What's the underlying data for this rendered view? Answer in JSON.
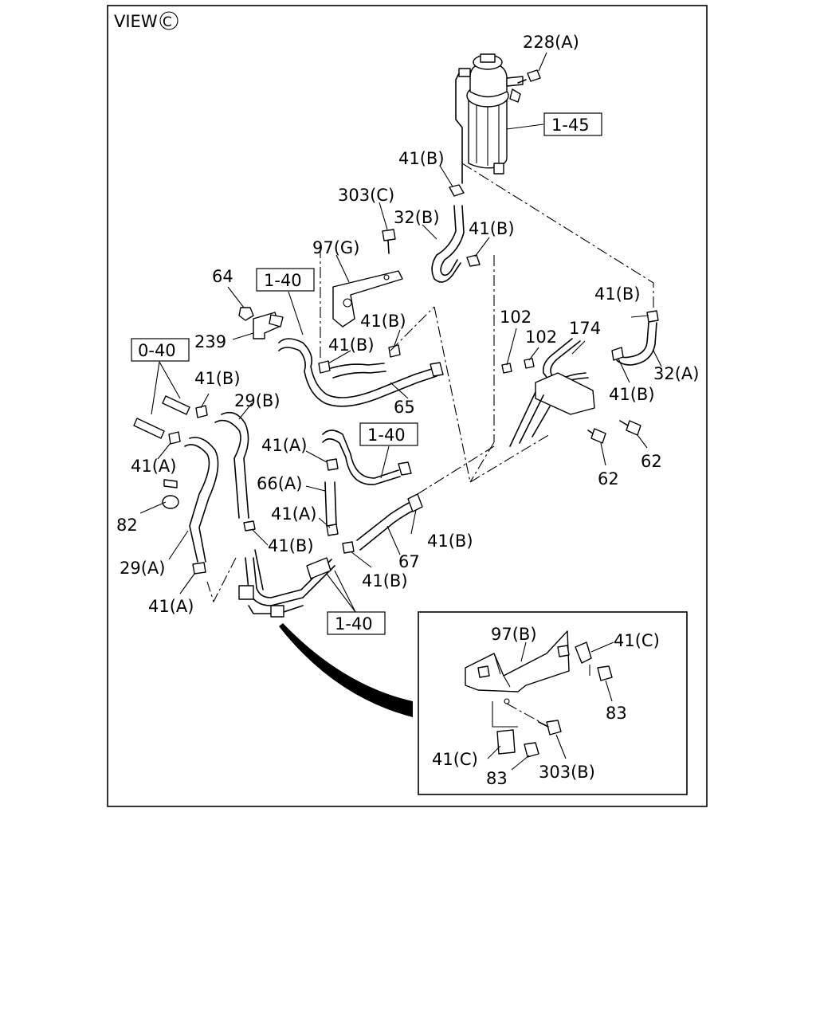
{
  "view_title": "VIEW",
  "view_symbol": "C",
  "ref_boxes": {
    "r1_45": "1-45",
    "r1_40_top": "1-40",
    "r0_40": "0-40",
    "r1_40_mid": "1-40",
    "r1_40_bottom": "1-40"
  },
  "labels": {
    "l228a": "228(A)",
    "l41b_filter": "41(B)",
    "l303c": "303(C)",
    "l32b": "32(B)",
    "l41b_a": "41(B)",
    "l97g": "97(G)",
    "l64": "64",
    "l239": "239",
    "l41b_c": "41(B)",
    "l41b_d": "41(B)",
    "l65": "65",
    "l41b_right": "41(B)",
    "l102a": "102",
    "l102b": "102",
    "l174": "174",
    "l32a": "32(A)",
    "l41b_e": "41(B)",
    "l62a": "62",
    "l62b": "62",
    "l41b_f": "41(B)",
    "l29b": "29(B)",
    "l41a_a": "41(A)",
    "l82": "82",
    "l29a": "29(A)",
    "l41a_b": "41(A)",
    "l41a_c": "41(A)",
    "l66a": "66(A)",
    "l41a_d": "41(A)",
    "l41b_g": "41(B)",
    "l41b_h": "41(B)",
    "l67": "67",
    "l41b_i": "41(B)"
  },
  "inset": {
    "l97b": "97(B)",
    "l41c_a": "41(C)",
    "l83a": "83",
    "l41c_b": "41(C)",
    "l83b": "83",
    "l303b": "303(B)"
  }
}
